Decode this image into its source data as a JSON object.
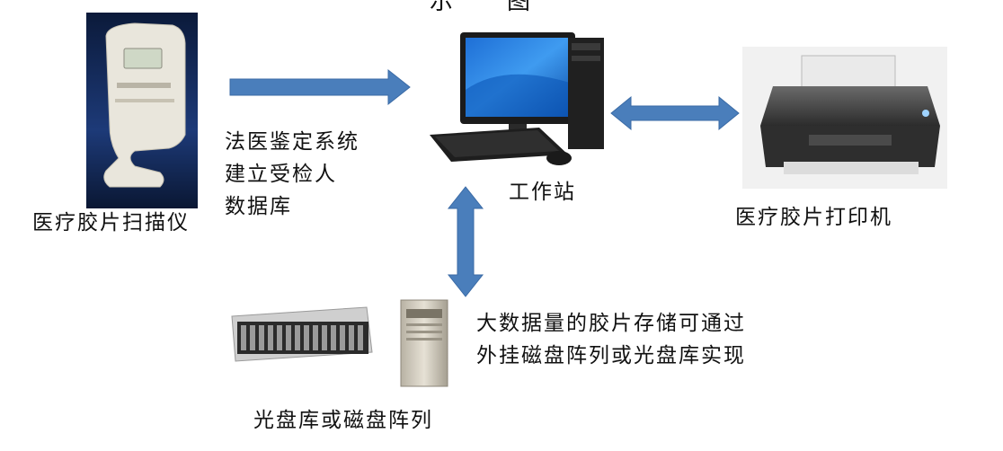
{
  "title_partial": "示图",
  "nodes": {
    "scanner": {
      "label": "医疗胶片扫描仪"
    },
    "workstation": {
      "label": "工作站"
    },
    "printer": {
      "label": "医疗胶片打印机"
    },
    "storage": {
      "label": "光盘库或磁盘阵列"
    }
  },
  "edges": {
    "scanner_to_workstation": {
      "label": "法医鉴定系统\n建立受检人\n数据库"
    },
    "workstation_storage": {
      "label": "大数据量的胶片存储可通过\n外挂磁盘阵列或光盘库实现"
    }
  },
  "colors": {
    "arrow": "#4a7ebb",
    "arrow_stroke": "#3a6aa5"
  }
}
